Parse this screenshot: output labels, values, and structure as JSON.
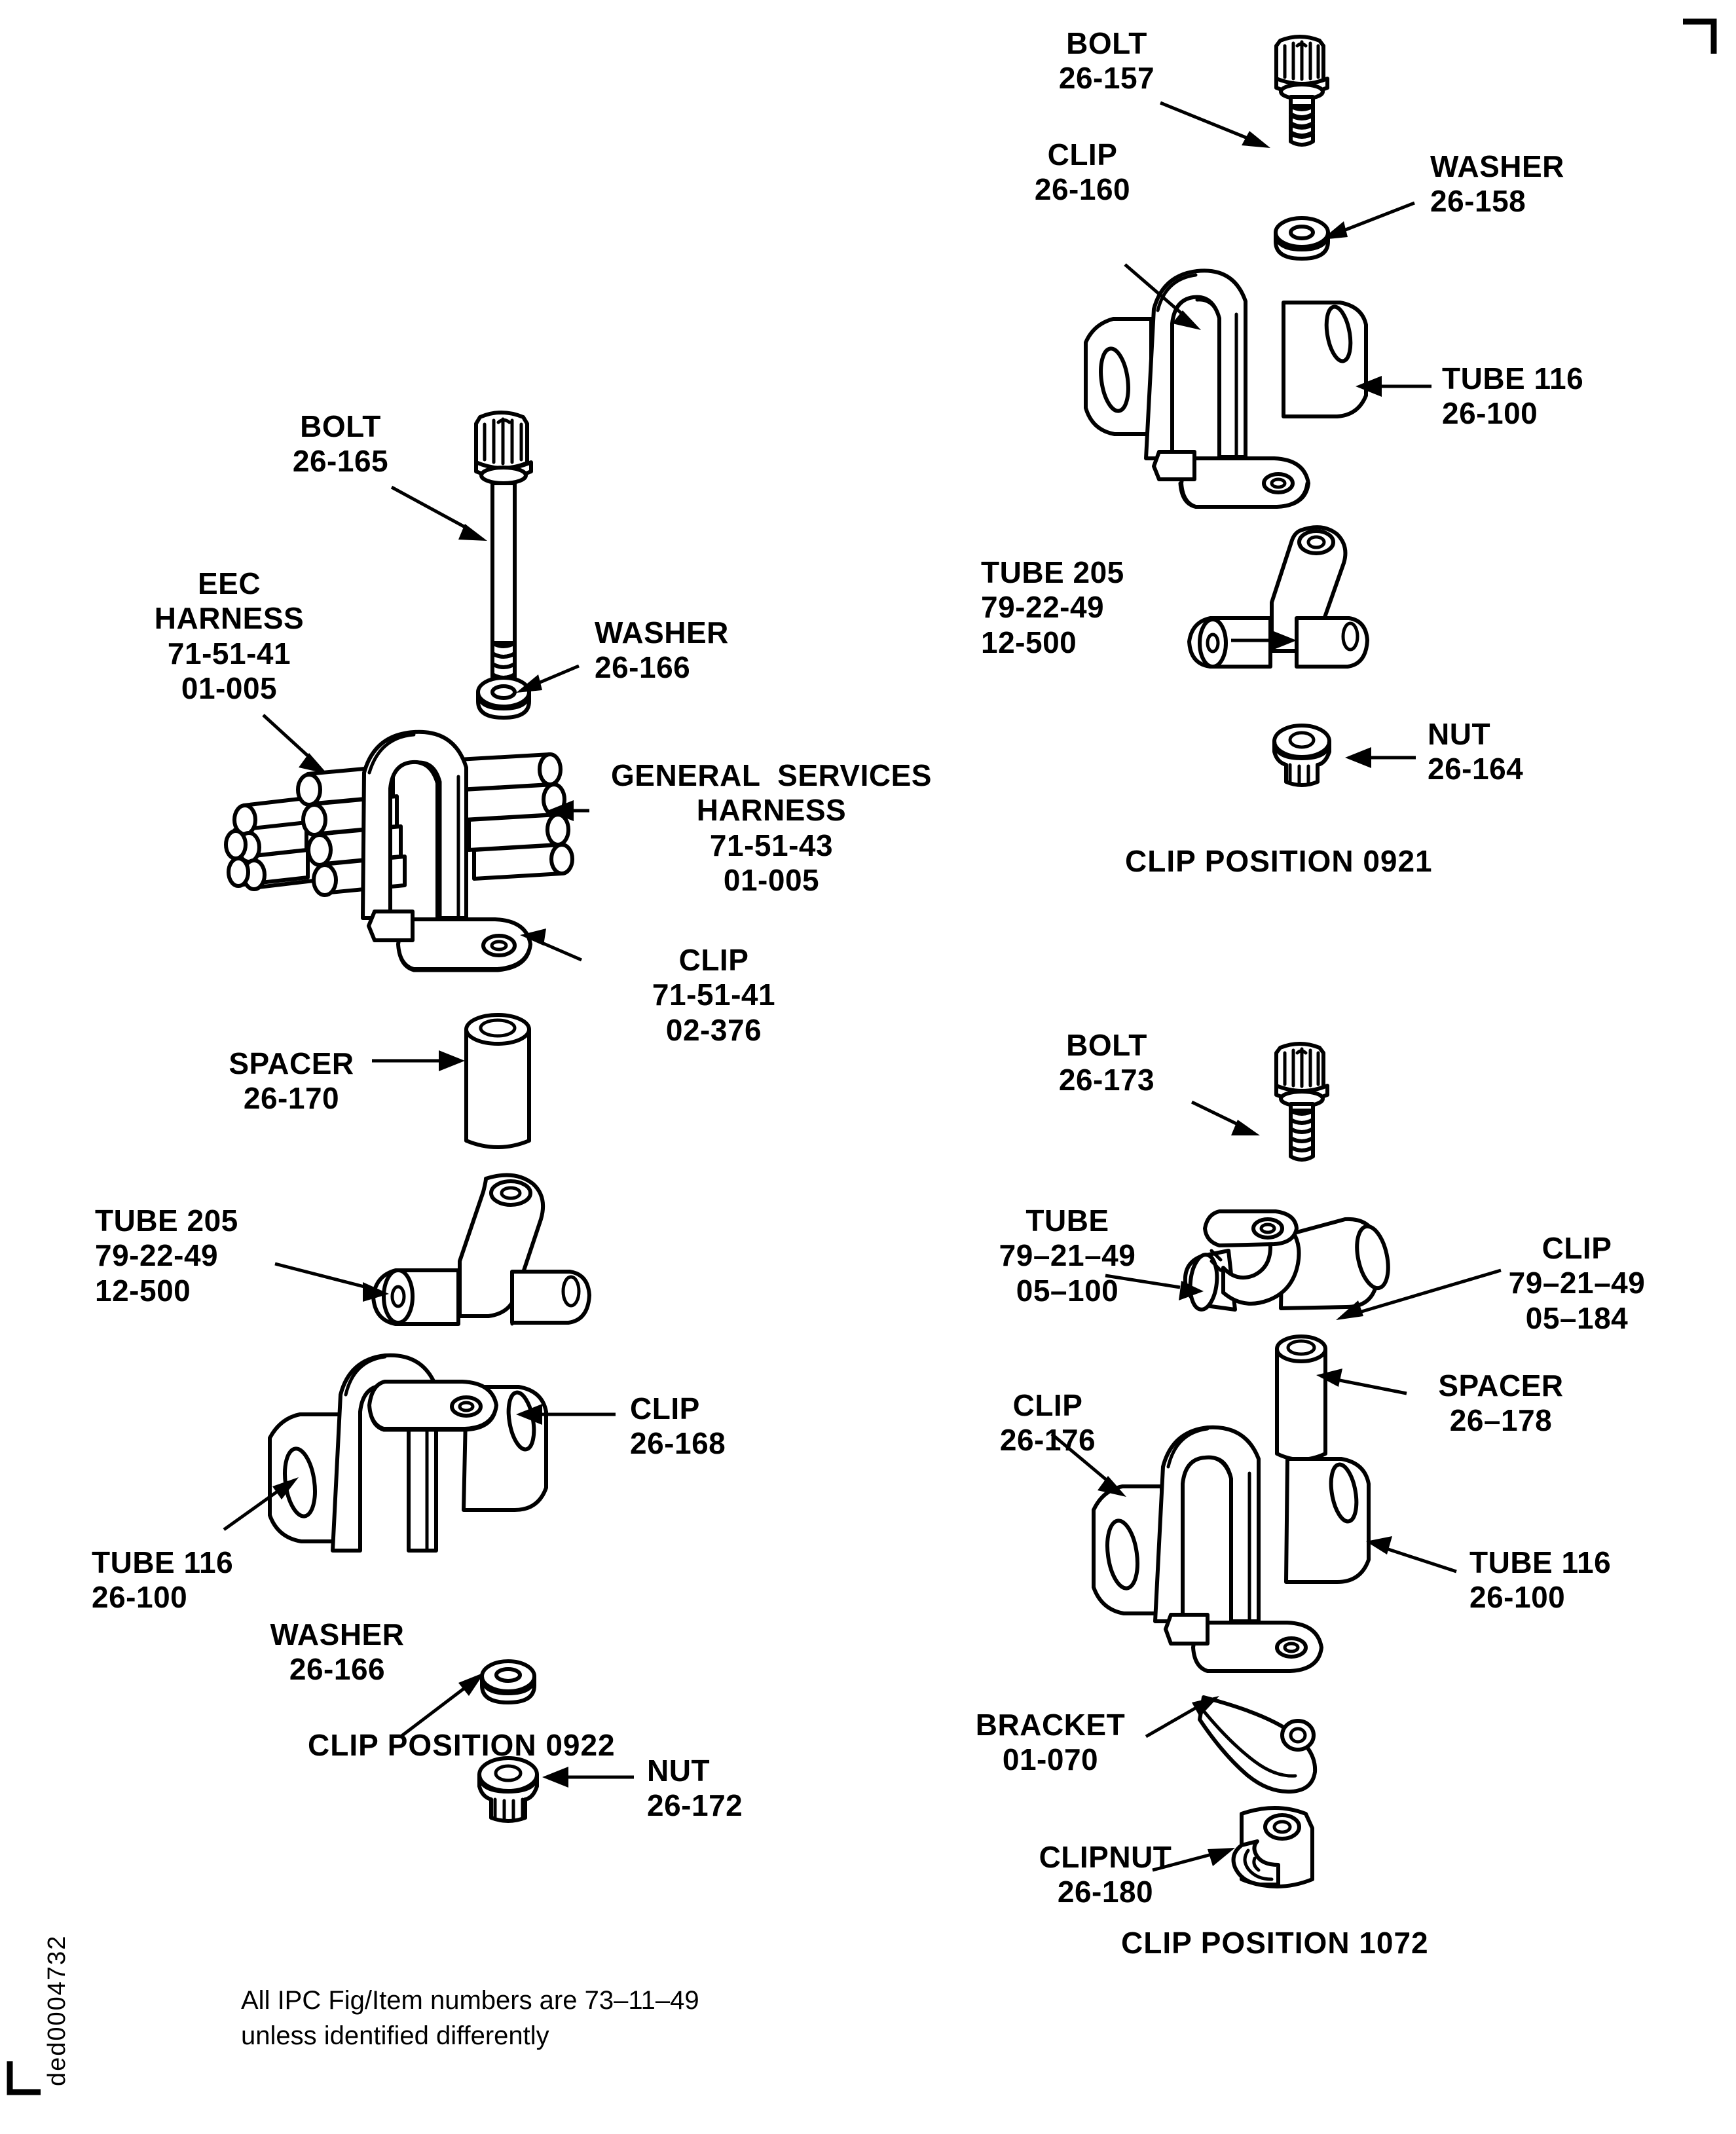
{
  "sheet": {
    "drawing_id": "ded0004732",
    "note_line1": "All IPC Fig/Item numbers are 73–11–49",
    "note_line2": "unless identified differently"
  },
  "assemblies": [
    {
      "id": "0921",
      "caption": "CLIP POSITION 0921",
      "parts": [
        {
          "name": "BOLT",
          "ipc": [
            "26-157"
          ]
        },
        {
          "name": "WASHER",
          "ipc": [
            "26-158"
          ]
        },
        {
          "name": "CLIP",
          "ipc": [
            "26-160"
          ]
        },
        {
          "name": "TUBE 116",
          "ipc": [
            "26-100"
          ]
        },
        {
          "name": "TUBE 205",
          "ipc": [
            "79-22-49",
            "12-500"
          ]
        },
        {
          "name": "NUT",
          "ipc": [
            "26-164"
          ]
        }
      ]
    },
    {
      "id": "0922",
      "caption": "CLIP POSITION 0922",
      "parts": [
        {
          "name": "BOLT",
          "ipc": [
            "26-165"
          ]
        },
        {
          "name": "WASHER",
          "ipc": [
            "26-166"
          ]
        },
        {
          "name": "EEC\nHARNESS",
          "ipc": [
            "71-51-41",
            "01-005"
          ]
        },
        {
          "name": "GENERAL  SERVICES\nHARNESS",
          "ipc": [
            "71-51-43",
            "01-005"
          ]
        },
        {
          "name": "CLIP",
          "ipc": [
            "71-51-41",
            "02-376"
          ]
        },
        {
          "name": "SPACER",
          "ipc": [
            "26-170"
          ]
        },
        {
          "name": "TUBE 205",
          "ipc": [
            "79-22-49",
            "12-500"
          ]
        },
        {
          "name": "CLIP",
          "ipc": [
            "26-168"
          ]
        },
        {
          "name": "TUBE 116",
          "ipc": [
            "26-100"
          ]
        },
        {
          "name": "WASHER",
          "ipc": [
            "26-166"
          ]
        },
        {
          "name": "NUT",
          "ipc": [
            "26-172"
          ]
        }
      ]
    },
    {
      "id": "1072",
      "caption": "CLIP POSITION 1072",
      "parts": [
        {
          "name": "BOLT",
          "ipc": [
            "26-173"
          ]
        },
        {
          "name": "TUBE",
          "ipc": [
            "79–21–49",
            "05–100"
          ]
        },
        {
          "name": "CLIP",
          "ipc": [
            "79–21–49",
            "05–184"
          ]
        },
        {
          "name": "SPACER",
          "ipc": [
            "26–178"
          ]
        },
        {
          "name": "CLIP",
          "ipc": [
            "26-176"
          ]
        },
        {
          "name": "TUBE 116",
          "ipc": [
            "26-100"
          ]
        },
        {
          "name": "BRACKET",
          "ipc": [
            "01-070"
          ]
        },
        {
          "name": "CLIPNUT",
          "ipc": [
            "26-180"
          ]
        }
      ]
    }
  ],
  "labels": {
    "a0921": {
      "bolt": "BOLT\n26-157",
      "washer": "WASHER\n26-158",
      "clip": "CLIP\n26-160",
      "tube116": "TUBE 116\n26-100",
      "tube205": "TUBE 205\n79-22-49\n12-500",
      "nut": "NUT\n26-164",
      "caption": "CLIP POSITION 0921"
    },
    "a0922": {
      "bolt": "BOLT\n26-165",
      "washer": "WASHER\n26-166",
      "eec": "EEC\nHARNESS\n71-51-41\n01-005",
      "gsh": "GENERAL  SERVICES\nHARNESS\n71-51-43\n01-005",
      "clip": "CLIP\n71-51-41\n02-376",
      "spacer": "SPACER\n26-170",
      "tube205": "TUBE 205\n79-22-49\n12-500",
      "clip2": "CLIP\n26-168",
      "tube116": "TUBE 116\n26-100",
      "washer2": "WASHER\n26-166",
      "nut": "NUT\n26-172",
      "caption": "CLIP POSITION 0922"
    },
    "a1072": {
      "bolt": "BOLT\n26-173",
      "tube": "TUBE\n79–21–49\n05–100",
      "clip": "CLIP\n79–21–49\n05–184",
      "spacer": "SPACER\n26–178",
      "clip2": "CLIP\n26-176",
      "tube116": "TUBE 116\n26-100",
      "bracket": "BRACKET\n01-070",
      "clipnut": "CLIPNUT\n26-180",
      "caption": "CLIP POSITION 1072"
    }
  }
}
